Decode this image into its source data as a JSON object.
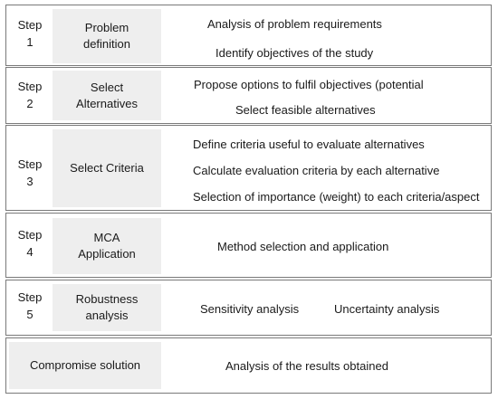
{
  "rows": [
    {
      "step_word": "Step",
      "step_num": "1",
      "title_lines": [
        "Problem",
        "definition"
      ],
      "activities": [
        "Analysis of problem requirements",
        "Identify objectives of the study"
      ]
    },
    {
      "step_word": "Step",
      "step_num": "2",
      "title_lines": [
        "Select",
        "Alternatives"
      ],
      "activities": [
        "Propose options to fulfil objectives (potential",
        "Select feasible alternatives"
      ]
    },
    {
      "step_word": "Step",
      "step_num": "3",
      "title_lines": [
        "Select Criteria"
      ],
      "activities": [
        "Define criteria useful to evaluate alternatives",
        "Calculate evaluation criteria by each alternative",
        "Selection of importance (weight) to each criteria/aspect"
      ]
    },
    {
      "step_word": "Step",
      "step_num": "4",
      "title_lines": [
        "MCA",
        "Application"
      ],
      "activities": [
        "Method selection and application"
      ]
    },
    {
      "step_word": "Step",
      "step_num": "5",
      "title_lines": [
        "Robustness",
        "analysis"
      ],
      "activities": [
        "Sensitivity analysis",
        "Uncertainty analysis"
      ]
    },
    {
      "title_lines": [
        "Compromise solution"
      ],
      "activities": [
        "Analysis of the results obtained"
      ]
    }
  ]
}
